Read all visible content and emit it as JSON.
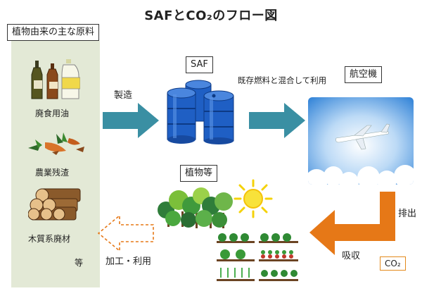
{
  "title": "SAFとCO₂のフロー図",
  "feedstock": {
    "header": "植物由来の主な原料",
    "items": [
      "廃食用油",
      "農業残渣",
      "木質系廃材"
    ],
    "etc": "等"
  },
  "saf": {
    "label": "SAF"
  },
  "aircraft": {
    "label": "航空機"
  },
  "plants": {
    "label": "植物等"
  },
  "flows": {
    "manufacture": "製造",
    "blend": "既存燃料と混合して利用",
    "emission": "排出",
    "absorption": "吸収",
    "processing": "加工・利用"
  },
  "co2": {
    "label": "CO₂"
  },
  "colors": {
    "teal_arrow": "#3a8fa3",
    "orange_arrow": "#e67817",
    "drum_blue": "#1f5fc4",
    "panel_green": "#e3e9d6",
    "sky_blue": "#2b7fd6"
  }
}
